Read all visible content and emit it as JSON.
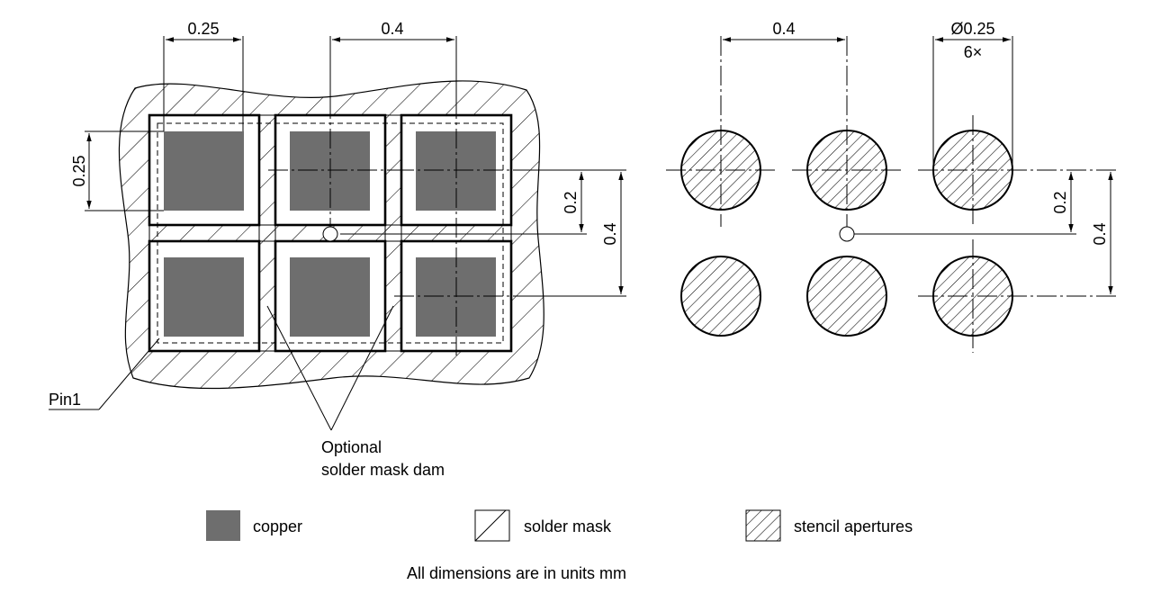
{
  "footprint": {
    "dim_pad_width": "0.25",
    "dim_pitch_x": "0.4",
    "dim_pad_height": "0.25",
    "dim_offset_y": "0.2",
    "dim_pitch_y": "0.4",
    "pin1_label": "Pin1",
    "dam_label_line1": "Optional",
    "dam_label_line2": "solder mask dam"
  },
  "stencil": {
    "dim_pitch_x": "0.4",
    "dim_diameter": "Ø0.25",
    "dim_count": "6×",
    "dim_offset_y": "0.2",
    "dim_pitch_y": "0.4"
  },
  "legend": {
    "copper": "copper",
    "solder_mask": "solder mask",
    "stencil": "stencil apertures"
  },
  "note": "All dimensions are in units mm",
  "colors": {
    "copper": "#6e6e6e",
    "line": "#000000",
    "background": "#ffffff"
  }
}
